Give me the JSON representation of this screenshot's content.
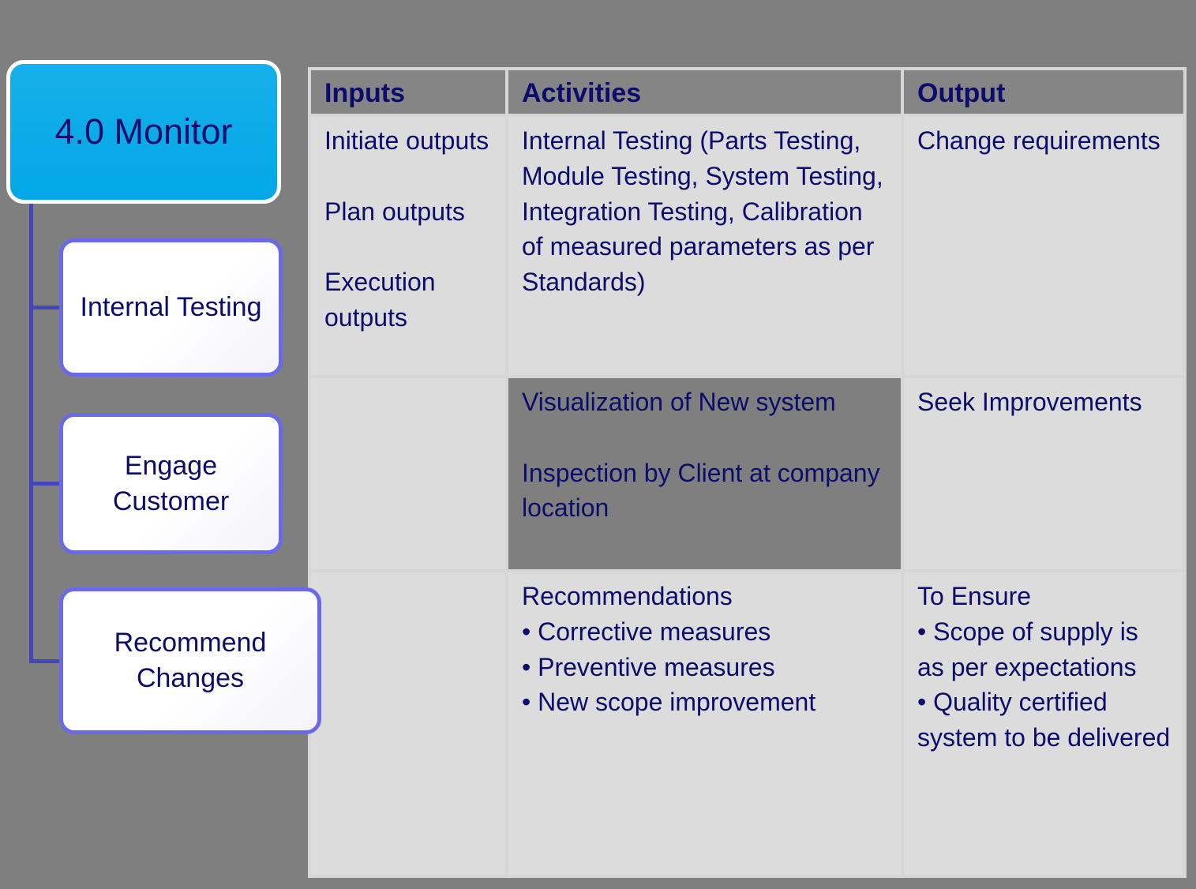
{
  "slide": {
    "background_color": "#7f7f7f",
    "text_color": "#0c0c6c"
  },
  "diagram": {
    "root": {
      "label": "4.0 Monitor",
      "fill_color": "#07abe8",
      "border_color": "#ffffff"
    },
    "children": [
      {
        "label": "Internal Testing"
      },
      {
        "label": "Engage Customer"
      },
      {
        "label": "Recommend Changes"
      }
    ],
    "child_fill_color": "#ffffff",
    "child_border_color": "#6a6ae8",
    "connector_color": "#4646bc"
  },
  "table": {
    "colors": {
      "header_bg": "#858585",
      "body_cell_bg": "#dcdcdc",
      "dark_cell_bg": "#7f7f7f",
      "grid_gap": "#d6d6d6",
      "text": "#0c0c6c"
    },
    "headers": [
      "Inputs",
      "Activities",
      "Output"
    ],
    "rows": [
      {
        "inputs": "Initiate outputs\n\nPlan outputs\n\nExecution outputs",
        "activities": "Internal Testing (Parts Testing, Module Testing, System Testing, Integration Testing, Calibration  of measured parameters as per Standards)",
        "output": "Change requirements"
      },
      {
        "inputs": "",
        "activities": "Visualization of New system\n\nInspection by Client at company location",
        "output": "Seek Improvements"
      },
      {
        "inputs": "",
        "activities": "Recommendations\n• Corrective measures\n• Preventive measures\n• New scope improvement",
        "output": "To Ensure\n• Scope of supply is as per expectations\n• Quality certified system to be delivered"
      }
    ]
  }
}
